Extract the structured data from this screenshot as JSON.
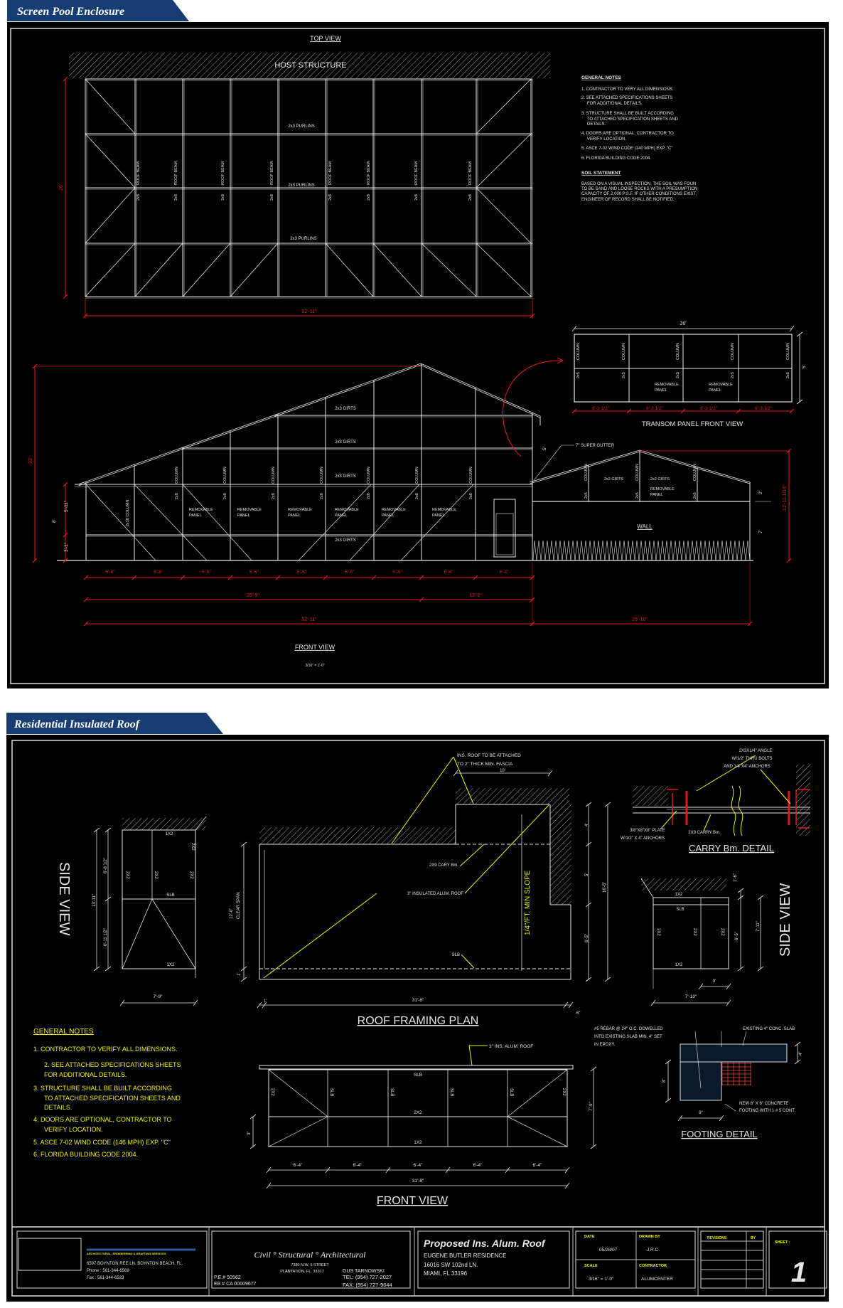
{
  "section1": {
    "title": "Screen Pool Enclosure"
  },
  "top_view": {
    "title": "TOP VIEW",
    "host": "HOST STRUCTURE",
    "purlins": [
      "2x3 PURLINS",
      "2x3 PURLINS",
      "2x3 PURLINS"
    ],
    "beam_label": "ROOF BEAM",
    "beam_size": "2x8",
    "dim_width": "26'",
    "dim_length": "52'-11\""
  },
  "notes": {
    "title": "GENERAL NOTES",
    "lines": [
      "1. CONTRACTOR TO VERY ALL DIMENSIONS.",
      "2. SEE ATTACHED SPECIFICATIONS SHEETS",
      "FOR ADDITIONAL DETAILS.",
      "3. STRUCTURE SHALL BE BUILT ACCORDING",
      "TO ATTACHED SPECIFICATION SHEETS AND",
      "DETAILS.",
      "4. DOORS ARE OPTIONAL, CONTRACTOR TO",
      "VERIFY LOCATION.",
      "5. ASCE 7-02 WIND CODE (140 MPH) EXP. \"C\"",
      "6. FLORIDA BUILDING CODE 2004."
    ],
    "soil_title": "SOIL STATEMENT",
    "soil_lines": [
      "BASED ON A VISUAL INSPECTION, THE SOIL WAS FOUN",
      "TO BE SAND AND LOOSE ROCKS WITH A PRESUMPTION",
      "CAPACITY OF 2,000 P.S.F. IF OTHER CONDITIONS EXIST,",
      "ENGINEER OF RECORD SHALL BE NOTIFIED."
    ]
  },
  "front_view": {
    "title": "FRONT VIEW",
    "scale": "3/16\" = 1'-0\"",
    "girts": [
      "2x3 GIRTS",
      "2x3 GIRTS",
      "2x3 GIRTS",
      "2x3 GIRTS"
    ],
    "column": "COLUMN",
    "column_size": "2x8",
    "corner_column": "2x10 COLUMN",
    "removable": "REMOVABLE",
    "panel": "PANEL",
    "wall": "WALL",
    "gutter": "7\" SUPER GUTTER",
    "lanai_girts": [
      "2x2 GIRTS",
      "2x2 GIRTS"
    ],
    "lanai_column_size": "2x5",
    "dims": {
      "height": "33'",
      "upper": "5'-11\"",
      "lower": "3'-1\"",
      "wall_height": "8'",
      "gutter_drop": "5'",
      "lanai_top": "2'",
      "lanai_wall": "7'",
      "lanai_height": "12'-11 1/16\"",
      "bays": [
        "5'-6\"",
        "5'-6\"",
        "5'-6\"",
        "5'-6\"",
        "5'-6\"",
        "5'-6\"",
        "5'-6\"",
        "6'-4\"",
        "6'-4\""
      ],
      "part_a": "35'-9\"",
      "part_b": "13'-2\"",
      "total": "52'-11\"",
      "lanai_total": "25'-10\""
    }
  },
  "transom": {
    "title": "TRANSOM PANEL FRONT VIEW",
    "width": "26'",
    "height": "5'",
    "column": "COLUMN",
    "column_size": "2x5",
    "panel_dims": [
      "6'-3 1/2\"",
      "6'-3 1/2\"",
      "6'-3 1/2\"",
      "6'-3 1/2\""
    ]
  },
  "section2": {
    "title": "Residential Insulated Roof"
  },
  "roof_plan": {
    "title": "ROOF FRAMING PLAN",
    "attach_note": [
      "INS. ROOF TO BE ATTACHED",
      "TO 2\" THICK MIN. FASCIA"
    ],
    "carry_beam": "2X9 CARY Bm.",
    "roof_panel": "3\" INSULATED ALUM. ROOF",
    "slb": "SLB",
    "slope": "1/4\"/FT. MIN SLOPE",
    "clear_span": [
      "12'-0\"",
      "CLEAR SPAN"
    ],
    "dims": {
      "notch": "10'",
      "d4": "4'",
      "d5": "5'",
      "d65": "6'-5\"",
      "d165": "16'-5\"",
      "one_left": "1'",
      "one_bottom": "1'",
      "length": "31'-8\"",
      "six": "6\""
    }
  },
  "side_view_left": {
    "title": "SIDE VIEW",
    "labels": {
      "top": "1X2",
      "fascia": "2X2",
      "col_a": "2X2",
      "col_b": "2X2",
      "col_c": "2X2",
      "slb": "SLB",
      "bottom": "1X2"
    },
    "dims": {
      "upper": "6'-8 1/2\"",
      "lower": "6'-11 1/2\"",
      "total": "13'-11\"",
      "width": "7'-9\""
    }
  },
  "carry_detail": {
    "title": "CARRY Bm. DETAIL",
    "angle_note": [
      "2X3X1/4\" ANGLE",
      "W/1/2\" THRU BOLTS",
      "AND 1/4\"X4\" ANCHORS"
    ],
    "plate_note": [
      "3/8\"X8\"X8\" PLATE",
      "W/1/2\" X 4\" ANCHORS"
    ],
    "beam_note": "2X9 CARRY Bm."
  },
  "side_view_right": {
    "title": "SIDE VIEW",
    "labels": {
      "top": "1X2",
      "slb": "SLB",
      "col_a": "2X2",
      "col_b": "2X2",
      "col_c": "2X2",
      "bottom": "1X2"
    },
    "dims": {
      "drop": "1'-6\"",
      "total": "7'-11\"",
      "lower": "6'-5\"",
      "three": "3'",
      "width": "7'-10\""
    }
  },
  "general_notes": {
    "title": "GENERAL NOTES",
    "lines": [
      "1. CONTRACTOR TO VERIFY ALL DIMENSIONS.",
      "2. SEE ATTACHED SPECIFICATIONS SHEETS",
      "FOR ADDITIONAL DETAILS.",
      "3. STRUCTURE SHALL BE BUILT ACCORDING",
      "TO ATTACHED SPECIFICATION SHEETS AND",
      "DETAILS.",
      "4. DOORS ARE OPTIONAL, CONTRACTOR TO",
      "VERIFY LOCATION.",
      "5. ASCE 7-02 WIND CODE (146 MPH) EXP. \"C\"",
      "6. FLORIDA BUILDING CODE 2004."
    ]
  },
  "roof_front": {
    "title": "FRONT VIEW",
    "roof_note": "3\" INS. ALUM. ROOF",
    "top": "SLB",
    "mid": "2X2",
    "bottom": "1X2",
    "columns": [
      "2X2",
      "SLB",
      "SLB",
      "SLB",
      "SLB",
      "2X2"
    ],
    "bays": [
      "6'-4\"",
      "6'-4\"",
      "6'-4\"",
      "6'-4\"",
      "6'-4\""
    ],
    "total": "31'-8\"",
    "height": "7'-9\"",
    "lower": "3'"
  },
  "footing": {
    "title": "FOOTING DETAIL",
    "rebar_note": [
      "#5 REBAR @ 24\" O.C. DOWELLED",
      "INTO EXISTING SLAB MIN. 4\" SET",
      "IN EPOXY."
    ],
    "slab_note": "EXISTING 4\" CONC. SLAB",
    "new_note": [
      "NEW 8\" X 8\" CONCRETE",
      "FOOTING WITH 1 # 5 CONT."
    ],
    "dims": {
      "slab": "4\"",
      "depth": "8\"",
      "width": "8\""
    }
  },
  "title_block": {
    "company_tagline": "ARCHITECTURAL, ENGINEERING & DRAFTING SERVICES",
    "company_address": "6597 BOYNTON REE LN. BOYNTON BEACH, FL.",
    "company_phone": "Phone : 561-344-6569",
    "company_fax": "Fax    : 561-344-6523",
    "firm_disciplines": "Civil ° Structural ° Architectural",
    "firm_street": "7380 N.W. 5 STREET",
    "firm_city": "PLANTATION, FL. 33317",
    "pe": "P.E.# 50562",
    "eb": "EB # CA 00009677",
    "engineer": "GUS TARNOWSKI",
    "tel": "TEL: (954) 727-2027",
    "fax": "FAX: (954) 727-9644",
    "project_title": "Proposed Ins. Alum. Roof",
    "client": "EUGENE BUTLER RESIDENCE",
    "address1": "16016 SW 102nd LN.",
    "address2": "MIAMI, FL 33196",
    "date_label": "DATE",
    "date": "05/28/07",
    "drawn_label": "DRAWN BY",
    "drawn": "J.R.C.",
    "scale_label": "SCALE",
    "scale": "3/16\" = 1'-0\"",
    "contractor_label": "CONTRACTOR",
    "contractor": "ALUMCENTER",
    "revisions_label": "REVISIONS",
    "by_label": "BY",
    "sheet_label": "SHEET :",
    "sheet": "1"
  },
  "colors": {
    "header_blue": "#173d72",
    "dimension_red": "#e41b1b",
    "note_yellow": "#f2f200",
    "line_white": "#e6e6e6",
    "background": "#000000"
  }
}
